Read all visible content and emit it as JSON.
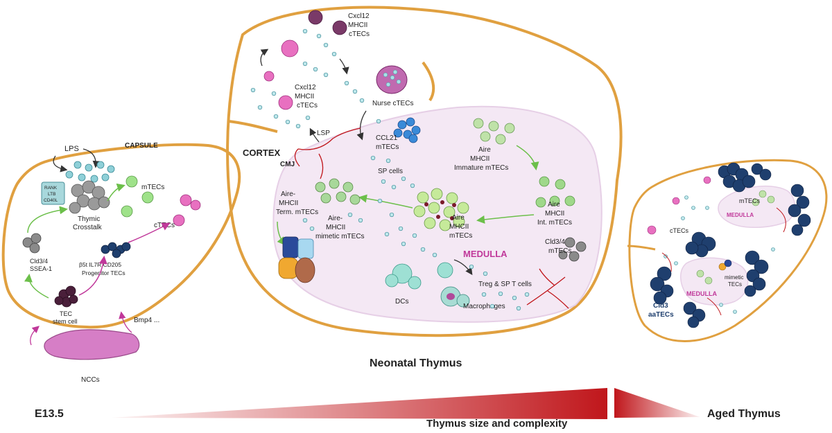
{
  "colors": {
    "capsule": "#e0a040",
    "medulla_fill": "#f4e8f4",
    "medulla_label": "#c0389a",
    "green_arrow": "#6cbf4a",
    "magenta_arrow": "#c0389a",
    "aa_tec": "#1f3f6e",
    "cyan_dot": "#8fd0d8",
    "ramp_red": "#c0161b"
  },
  "left": {
    "capsule": "CAPSULE",
    "lps": "LPS",
    "rank": "RANK",
    "ltb": "LTB",
    "cd40l": "CD40L",
    "mtecs": "mTECs",
    "thymic": "Thymic",
    "crosstalk": "Crosstalk",
    "ctecs": "cTECs",
    "cld34_a": "Cld3/4",
    "cld34_b": "SSEA-1",
    "progenitor_a": "β5t IL7R CD205",
    "progenitor_b": "Progenitor TECs",
    "tec_a": "TEC",
    "tec_b": "stem cell",
    "bmp4": "Bmp4 ...",
    "nccs": "NCCs"
  },
  "middle": {
    "cortex": "CORTEX",
    "cxcl12m_a": "Cxcl12",
    "cxcl12m_b": "MHCII",
    "cxcl12m_c": "cTECs",
    "cxcl12p_a": "Cxcl12",
    "cxcl12p_b": "MHCII",
    "cxcl12p_c": "cTECs",
    "nurse": "Nurse cTECs",
    "lsp": "LSP",
    "cmj": "CMJ",
    "ccl21_a": "CCL21",
    "ccl21_b": "mTECs",
    "sp": "SP cells",
    "aire_imm_a": "Aire",
    "aire_imm_b": "MHCII",
    "aire_imm_c": "Immature mTECs",
    "aire_term_a": "Aire-",
    "aire_term_b": "MHCII",
    "aire_term_c": "Term. mTECs",
    "aire_mim_a": "Aire-",
    "aire_mim_b": "MHCII",
    "aire_mim_c": "mimetic mTECs",
    "aire_hi_a": "Aire",
    "aire_hi_b": "MHCII",
    "aire_hi_c": "mTECs",
    "aire_int_a": "Aire",
    "aire_int_b": "MHCII",
    "aire_int_c": "Int. mTECs",
    "cld34m_a": "Cld3/4",
    "cld34m_b": "mTECs",
    "medulla": "MEDULLA",
    "dcs": "DCs",
    "treg": "Treg & SP T cells",
    "macrophages": "Macrophages",
    "title": "Neonatal Thymus"
  },
  "right": {
    "mtecs": "mTECs",
    "medulla_top": "MEDULLA",
    "ctecs": "cTECs",
    "mimetic_a": "mimetic",
    "mimetic_b": "TECs",
    "medulla_bottom": "MEDULLA",
    "cld3_a": "Cld3",
    "cld3_b": "aaTECs"
  },
  "bottom": {
    "e135": "E13.5",
    "size": "Thymus size and complexity",
    "aged": "Aged Thymus"
  }
}
